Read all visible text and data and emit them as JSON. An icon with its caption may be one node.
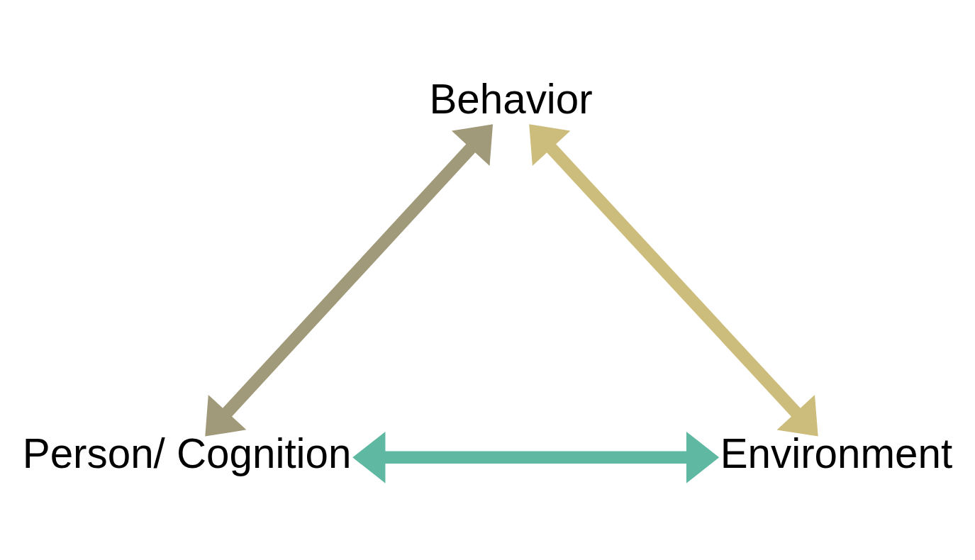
{
  "diagram": {
    "nodes": [
      {
        "text": [
          "Behavior"
        ]
      },
      {
        "text": [
          "Person/ Cognition"
        ]
      },
      {
        "text": [
          "Environment"
        ]
      }
    ],
    "edges": [
      {
        "from": 0,
        "to": 1,
        "arrow": "both",
        "color": "#a09a7a"
      },
      {
        "from": 0,
        "to": 2,
        "arrow": "both",
        "color": "#cdbd7c"
      },
      {
        "from": 1,
        "to": 2,
        "arrow": "both",
        "color": "#5fb9a2"
      }
    ]
  }
}
